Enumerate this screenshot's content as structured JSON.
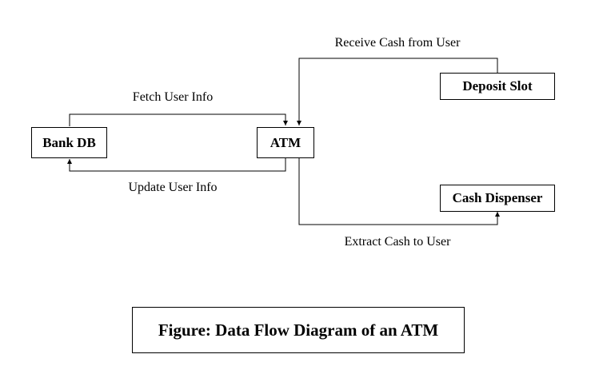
{
  "nodes": {
    "bank_db": "Bank DB",
    "atm": "ATM",
    "deposit_slot": "Deposit Slot",
    "cash_dispenser": "Cash Dispenser"
  },
  "flows": {
    "fetch_user_info": "Fetch User Info",
    "update_user_info": "Update User Info",
    "receive_cash": "Receive Cash from User",
    "extract_cash": "Extract Cash to User"
  },
  "caption": "Figure: Data Flow Diagram of an ATM",
  "colors": {
    "line": "#000000",
    "background": "#ffffff"
  }
}
